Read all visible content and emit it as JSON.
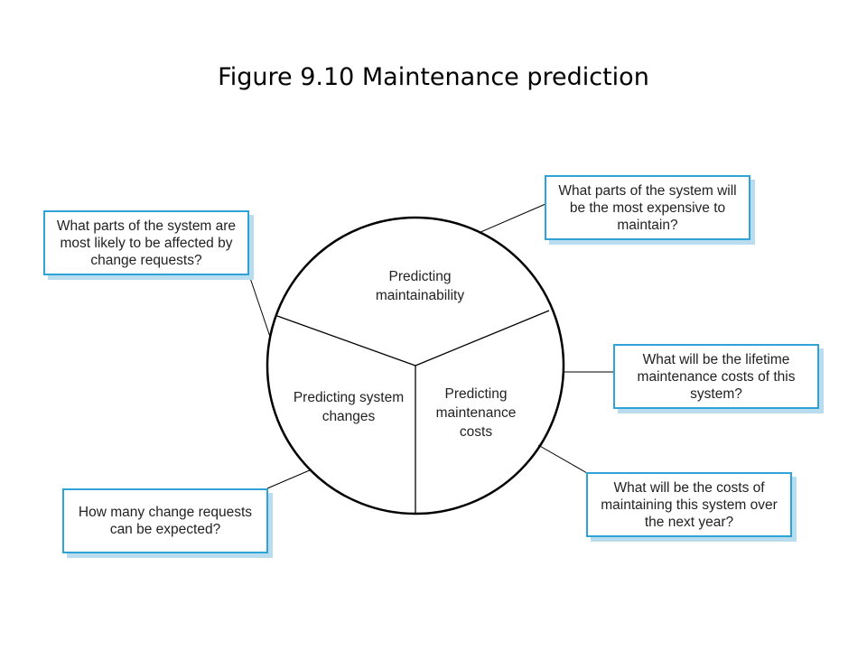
{
  "title": "Figure 9.10  Maintenance prediction",
  "segments": {
    "top": "Predicting maintainability",
    "left": "Predicting system changes",
    "right": "Predicting maintenance costs"
  },
  "questions": {
    "top_left": "What parts of the system are most likely to be affected by change requests?",
    "bottom_left": "How many change requests can be expected?",
    "top_right": "What parts of the system will be the most expensive to maintain?",
    "middle_right": "What will be the lifetime maintenance costs of this system?",
    "bottom_right": "What will be the costs of maintaining this system over the next year?"
  },
  "colors": {
    "box_border": "#2fa3d6",
    "box_shadow": "#b9dcef",
    "line": "#000000"
  }
}
